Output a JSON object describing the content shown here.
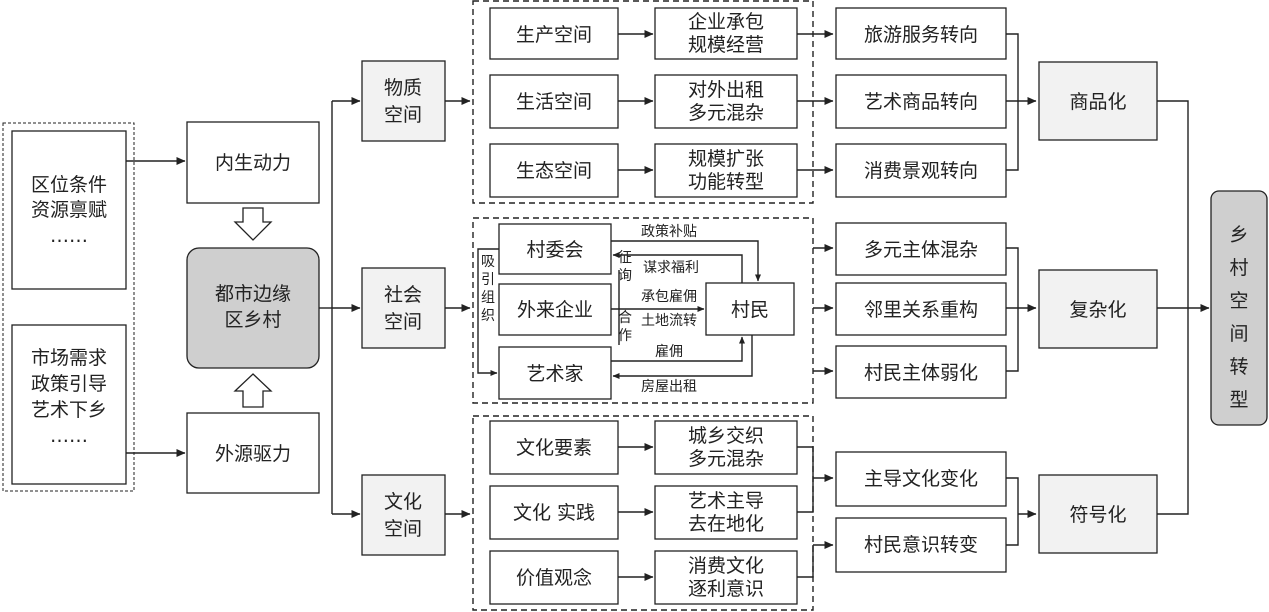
{
  "sources": {
    "internal_lines": [
      "区位条件",
      "资源禀赋",
      "……"
    ],
    "external_lines": [
      "市场需求",
      "政策引导",
      "艺术下乡",
      "……"
    ]
  },
  "drivers": {
    "internal": "内生动力",
    "external": "外源驱力"
  },
  "core": {
    "lines": [
      "都市边缘",
      "区乡村"
    ]
  },
  "spaces": {
    "material": [
      "物质",
      "空间"
    ],
    "social": [
      "社会",
      "空间"
    ],
    "cultural": [
      "文化",
      "空间"
    ]
  },
  "material_group": {
    "rows": [
      {
        "space": "生产空间",
        "mode": [
          "企业承包",
          "规模经营"
        ],
        "turn": "旅游服务转向"
      },
      {
        "space": "生活空间",
        "mode": [
          "对外出租",
          "多元混杂"
        ],
        "turn": "艺术商品转向"
      },
      {
        "space": "生态空间",
        "mode": [
          "规模扩张",
          "功能转型"
        ],
        "turn": "消费景观转向"
      }
    ]
  },
  "social_group": {
    "actors": {
      "committee": "村委会",
      "enterprise": "外来企业",
      "artist": "艺术家",
      "villager": "村民"
    },
    "left_label": [
      "吸",
      "引",
      "组",
      "织"
    ],
    "mid_label": [
      "征",
      "询",
      "合",
      "作"
    ],
    "relations": {
      "policy_subsidy": "政策补贴",
      "seek_welfare": "谋求福利",
      "contract_hire": "承包雇佣",
      "land_transfer": "土地流转",
      "hire": "雇佣",
      "house_rent": "房屋出租"
    },
    "outcomes": [
      "多元主体混杂",
      "邻里关系重构",
      "村民主体弱化"
    ]
  },
  "cultural_group": {
    "rows": [
      {
        "element": "文化要素",
        "mode": [
          "城乡交织",
          "多元混杂"
        ]
      },
      {
        "element": "文化 实践",
        "mode": [
          "艺术主导",
          "去在地化"
        ]
      },
      {
        "element": "价值观念",
        "mode": [
          "消费文化",
          "逐利意识"
        ]
      }
    ],
    "outcomes": [
      "主导文化变化",
      "村民意识转变"
    ]
  },
  "results": {
    "commodification": "商品化",
    "complexity": "复杂化",
    "symbolization": "符号化"
  },
  "final": {
    "chars": [
      "乡",
      "村",
      "空",
      "间",
      "转",
      "型"
    ]
  }
}
